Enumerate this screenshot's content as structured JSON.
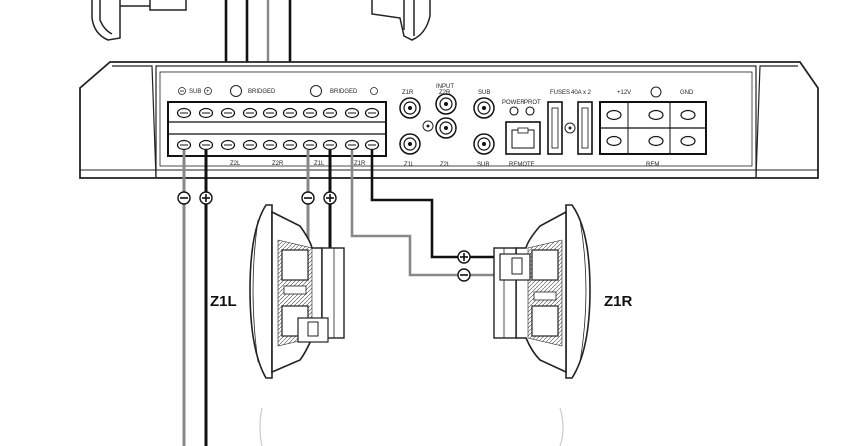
{
  "amplifier": {
    "speaker_terminal_labels": [
      "SUB",
      "BRIDGED",
      "BRIDGED"
    ],
    "speaker_output_labels": [
      "Z2L",
      "Z2R",
      "Z1L",
      "Z1R"
    ],
    "input_header": "INPUT",
    "rca_labels": {
      "top": [
        "Z1R",
        "Z2R",
        "SUB"
      ],
      "bottom": [
        "Z1L",
        "Z2L",
        "SUB"
      ]
    },
    "led_labels": [
      "POWER",
      "PROT"
    ],
    "remote_label": "REMOTE",
    "fuses_label": "FUSES",
    "fuse_rating": "40A x 2",
    "power_labels": [
      "+12V",
      "GND",
      "REM"
    ]
  },
  "speakers": {
    "left_label": "Z1L",
    "right_label": "Z1R"
  },
  "polarity": {
    "positive": "+",
    "negative": "−"
  }
}
